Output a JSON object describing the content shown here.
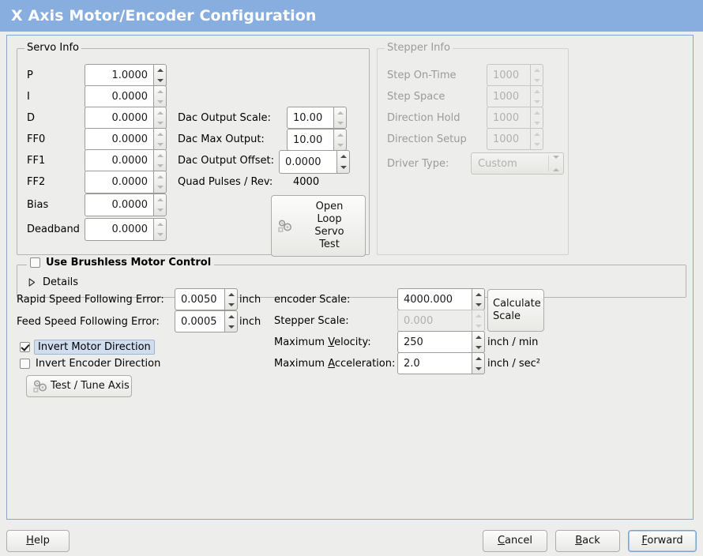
{
  "window": {
    "title": "X Axis Motor/Encoder Configuration",
    "title_bar_color": "#87aede",
    "background_color": "#ededeb",
    "content_border_color": "#88a6cc"
  },
  "servo_info": {
    "legend": "Servo Info",
    "rows": [
      {
        "label": "P",
        "value": "1.0000"
      },
      {
        "label": "I",
        "value": "0.0000"
      },
      {
        "label": "D",
        "value": "0.0000"
      },
      {
        "label": "FF0",
        "value": "0.0000"
      },
      {
        "label": "FF1",
        "value": "0.0000"
      },
      {
        "label": "FF2",
        "value": "0.0000"
      },
      {
        "label": "Bias",
        "value": "0.0000"
      },
      {
        "label": "Deadband",
        "value": "0.0000"
      }
    ],
    "dac": [
      {
        "label": "Dac Output Scale:",
        "value": "10.00"
      },
      {
        "label": "Dac Max Output:",
        "value": "10.00"
      },
      {
        "label": "Dac Output Offset:",
        "value": "0.0000"
      }
    ],
    "quad_pulses_label": "Quad Pulses / Rev:",
    "quad_pulses_value": "4000",
    "open_loop_button": {
      "line1": "Open",
      "line2": "Loop",
      "line3": "Servo",
      "line4": "Test",
      "icon": "gears-icon"
    }
  },
  "stepper_info": {
    "legend": "Stepper Info",
    "disabled": true,
    "rows": [
      {
        "label": "Step On-Time",
        "value": "1000"
      },
      {
        "label": "Step Space",
        "value": "1000"
      },
      {
        "label": "Direction Hold",
        "value": "1000"
      },
      {
        "label": "Direction Setup",
        "value": "1000"
      }
    ],
    "driver_type_label": "Driver Type:",
    "driver_type_value": "Custom"
  },
  "brushless": {
    "checkbox_label": "Use Brushless Motor Control",
    "checked": false,
    "details_label": "Details",
    "details_expanded": false
  },
  "tuning": {
    "rapid_label": "Rapid Speed Following Error:",
    "rapid_value": "0.0050",
    "rapid_unit": "inch",
    "feed_label": "Feed Speed Following Error:",
    "feed_value": "0.0005",
    "feed_unit": "inch",
    "invert_motor_label": "Invert Motor Direction",
    "invert_motor_checked": true,
    "invert_encoder_label": "Invert Encoder Direction",
    "invert_encoder_checked": false,
    "test_tune_label": "Test / Tune Axis",
    "test_tune_icon": "gears-icon"
  },
  "scales": {
    "encoder_scale_label": "encoder Scale:",
    "encoder_scale_value": "4000.000",
    "stepper_scale_label": "Stepper Scale:",
    "stepper_scale_value": "0.000",
    "stepper_scale_disabled": true,
    "calculate_line1": "Calculate",
    "calculate_line2": "Scale",
    "max_velocity_label_a": "Maximum ",
    "max_velocity_label_mn": "V",
    "max_velocity_label_b": "elocity:",
    "max_velocity_value": "250",
    "max_velocity_unit": "inch / min",
    "max_accel_label_a": "Maximum ",
    "max_accel_label_mn": "A",
    "max_accel_label_b": "cceleration:",
    "max_accel_value": "2.0",
    "max_accel_unit": "inch / sec²"
  },
  "footer": {
    "help_mn": "H",
    "help_rest": "elp",
    "cancel_mn": "C",
    "cancel_rest": "ancel",
    "back_mn": "B",
    "back_rest": "ack",
    "forward_mn": "F",
    "forward_rest": "orward",
    "forward_focused": true
  }
}
